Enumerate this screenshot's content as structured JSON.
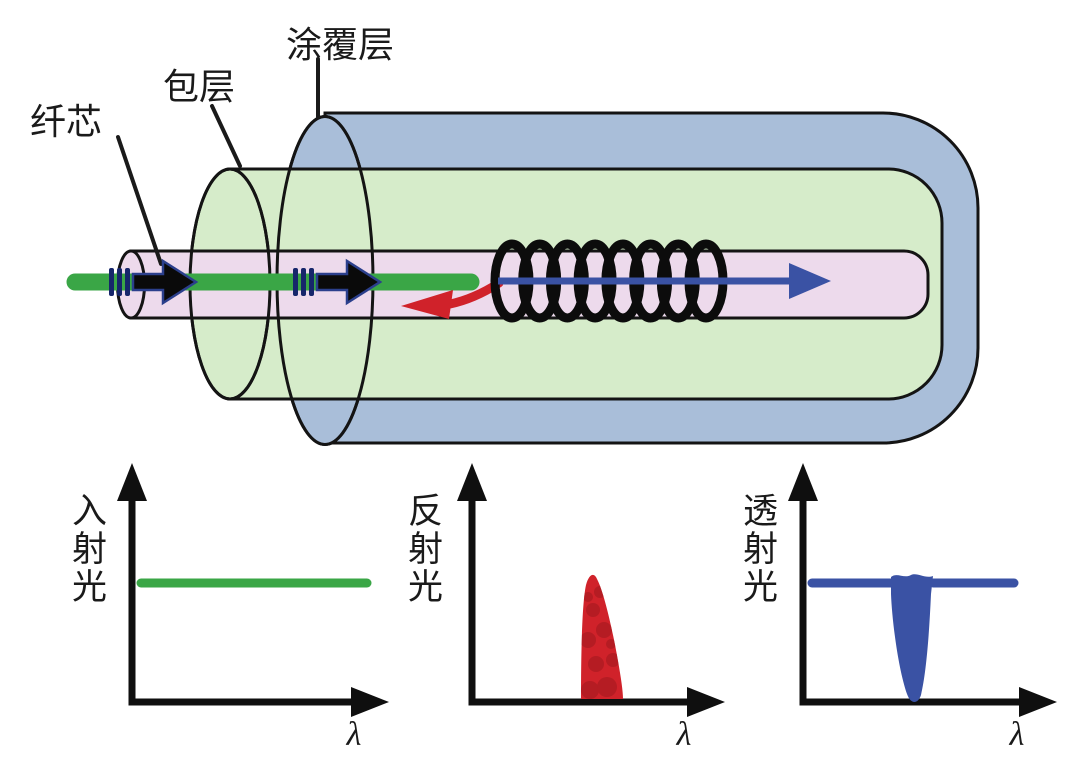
{
  "fiber": {
    "labels": {
      "core": "纤芯",
      "cladding": "包层",
      "coating": "涂覆层"
    }
  },
  "plots": [
    {
      "id": "incident",
      "label": "入射光",
      "x_axis_label": "λ",
      "type": "flat-spectrum"
    },
    {
      "id": "reflected",
      "label": "反射光",
      "x_axis_label": "λ",
      "type": "narrow-peak"
    },
    {
      "id": "transmitted",
      "label": "透射光",
      "x_axis_label": "λ",
      "type": "flat-with-notch"
    }
  ],
  "colors": {
    "coating_fill": "#a9bed9",
    "cladding_fill": "#d6ecca",
    "core_fill": "#eddaec",
    "outline": "#141414",
    "incident_green": "#3aa646",
    "reflected_red": "#d0222a",
    "reflected_red_dark": "#9e191e",
    "transmitted_blue": "#3a52a4",
    "pulse_bar_navy": "#16266b",
    "arrow_edge_navy": "#2b3f8c"
  },
  "chart_data": [
    {
      "type": "line",
      "title": "入射光",
      "xlabel": "λ",
      "x": [
        0,
        1
      ],
      "y": [
        1,
        1
      ],
      "color": "#3aa646",
      "note": "flat broadband input spectrum"
    },
    {
      "type": "area",
      "title": "反射光",
      "xlabel": "λ",
      "x": [
        0,
        0.42,
        0.44,
        0.47,
        0.52,
        0.56,
        0.58,
        1
      ],
      "y": [
        0,
        0,
        0.4,
        0.62,
        0.45,
        0.1,
        0,
        0
      ],
      "color": "#d0222a",
      "note": "narrow reflected peak at Bragg wavelength"
    },
    {
      "type": "area",
      "title": "透射光",
      "xlabel": "λ",
      "x": [
        0,
        0.36,
        0.4,
        0.45,
        0.52,
        0.56,
        0.6,
        1
      ],
      "y": [
        1,
        1,
        0.97,
        0.5,
        0,
        0.5,
        1,
        1
      ],
      "color": "#3a52a4",
      "note": "flat spectrum with notch at Bragg wavelength"
    }
  ]
}
